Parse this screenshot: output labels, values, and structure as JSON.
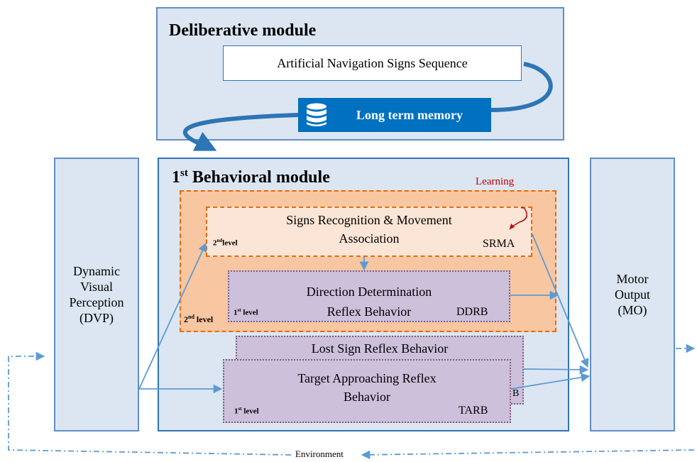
{
  "deliberative": {
    "title": "Deliberative module",
    "signs_sequence": "Artificial Navigation Signs Sequence",
    "memory_label": "Long term memory",
    "memory_icon": "database-icon"
  },
  "behavioral": {
    "title_main": "1",
    "title_sup": "st",
    "title_rest": " Behavioral module",
    "learning": "Learning",
    "srma": {
      "line1": "Signs Recognition & Movement",
      "line2": "Association",
      "abbr": "SRMA",
      "level": "2",
      "level_sup": "nd",
      "level_rest": "level"
    },
    "ddrb": {
      "line1": "Direction Determination",
      "line2": "Reflex Behavior",
      "abbr": "DDRB",
      "level": "1",
      "level_sup": "st",
      "level_rest": " level"
    },
    "outer_level": {
      "num": "2",
      "sup": "nd",
      "rest": " level"
    },
    "lost_sign": "Lost Sign Reflex Behavior",
    "tarb": {
      "line1": "Target Approaching Reflex",
      "line2": "Behavior",
      "abbr": "TARB",
      "level": "1",
      "level_sup": "st",
      "level_rest": " level",
      "stub": "B"
    }
  },
  "dvp": {
    "lines": [
      "Dynamic",
      "Visual",
      "Perception",
      "(DVP)"
    ]
  },
  "mo": {
    "lines": [
      "Motor",
      "Output",
      "(MO)"
    ]
  },
  "environment": "Environment",
  "colors": {
    "blue_border": "#5f8ec8",
    "blue_fill": "#dce6f2",
    "memory_fill": "#0070c0",
    "orange": "#e36c0a",
    "orange_fill": "#f8c6a0",
    "purple_fill": "#ccc0da",
    "arrow": "#5b9bd5"
  }
}
